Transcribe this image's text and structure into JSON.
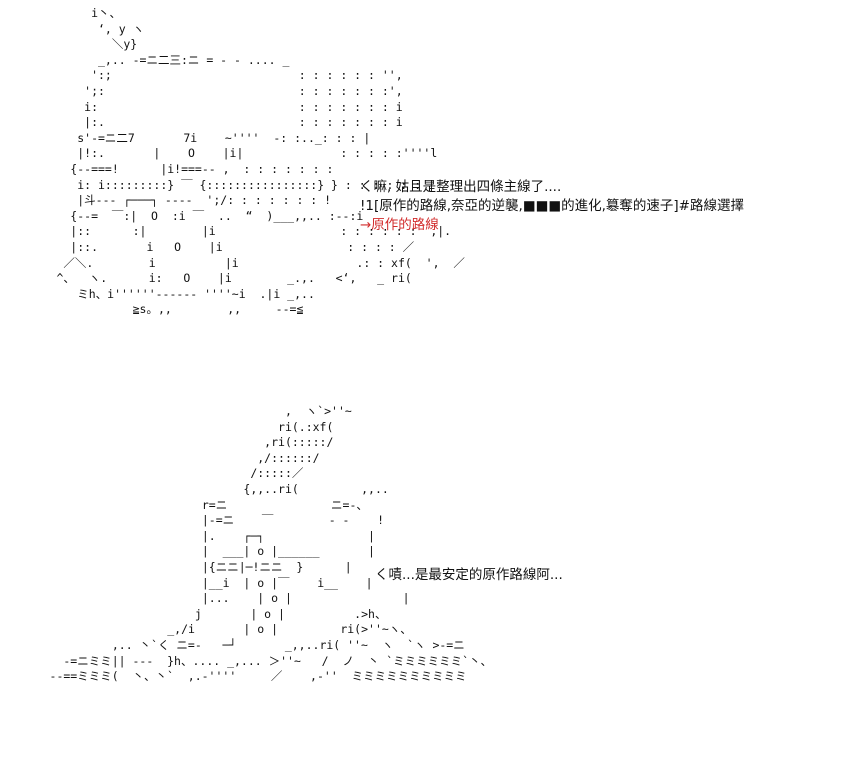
{
  "art": {
    "top": [
      "            i丶、",
      "             ‘, y ヽ",
      "               ＼y}",
      "             _,.. -=ニ二三:ニ = - - .... _",
      "            ':;                           : : : : : : '',",
      "           ';:                            : : : : : : :',",
      "           i:                             : : : : : : : i",
      "           |:.                            : : : : : : : i",
      "          s'-=ニ二7       7i    ~''''  -: :.._: : : |",
      "          |!:.       |    O    |i|              : : : : :''''l",
      "         {--===!      |i!===-- ,  : : : : : : :",
      "          i: i:::::::::} ￣ {::::::::::::::::} } : : : : : : |",
      "          |斗--- ┌───┐ ----  ';/: : : : : : : !",
      "         {--=  ￣:|  O  :i ￣  ..  “  )___,,.. :--:i",
      "         |::      :|        |i                  : : : : : :  ,|.",
      "         |::.       i   O    |i                  : : : : ／",
      "        ／＼.        i          |i                 .: : xf(  ',  ／",
      "       ^、  ヽ.      i:   O    |i        _.,.   <‘,   _ ri(",
      "          ミh、i''''''------ ''''~i  .|i _,..",
      "                  ≧s。,,        ,,     --=≦"
    ],
    "bottom": [
      "                                        ,  ヽ`>''~",
      "                                       ri(.:xf(",
      "                                     ,ri(:::::/",
      "                                    ,/::::::/",
      "                                   /:::::／",
      "                                  {,,..ri(         ,,..",
      "                            r=ニ               ニ=-、",
      "                            |-=ニ    ￣        - -    !",
      "                            |.    ┌─┐               |",
      "                            |  ___| o |______       |",
      "                            |{ニニ|─!ニニ  }      |",
      "                            |__i  | o |￣    i__    |",
      "                            |...    | o |                |",
      "                           j       | o |          .>h、",
      "                       _,/i       | o |         ri(>''~ヽ、",
      "               ,.. 丶`く ニ=-   ─┘       _,,..ri( ''~  ヽ  `ヽ >-=ニ",
      "        -=ニミミ|| ---  }h、.... _,... ＞''~   /  ノ  丶 `ミミミミミミ`丶、",
      "      --==ミミミ(  丶、丶`  ,.-''''     ／    ,-''  ミミミミミミミミミミ"
    ]
  },
  "dialogue": {
    "top": {
      "line1": "く嘛, 姑且是整理出四條主線了....",
      "line2": "!1[原作的路線,奈亞的逆襲,■■■的進化,簒奪的速子]#路線選擇",
      "line3": "→原作的路線"
    },
    "bottom": {
      "line1": "く嘖...是最安定的原作路線阿..."
    }
  },
  "colors": {
    "text": "#111111",
    "highlight": "#d22b2b",
    "background": "#ffffff"
  }
}
